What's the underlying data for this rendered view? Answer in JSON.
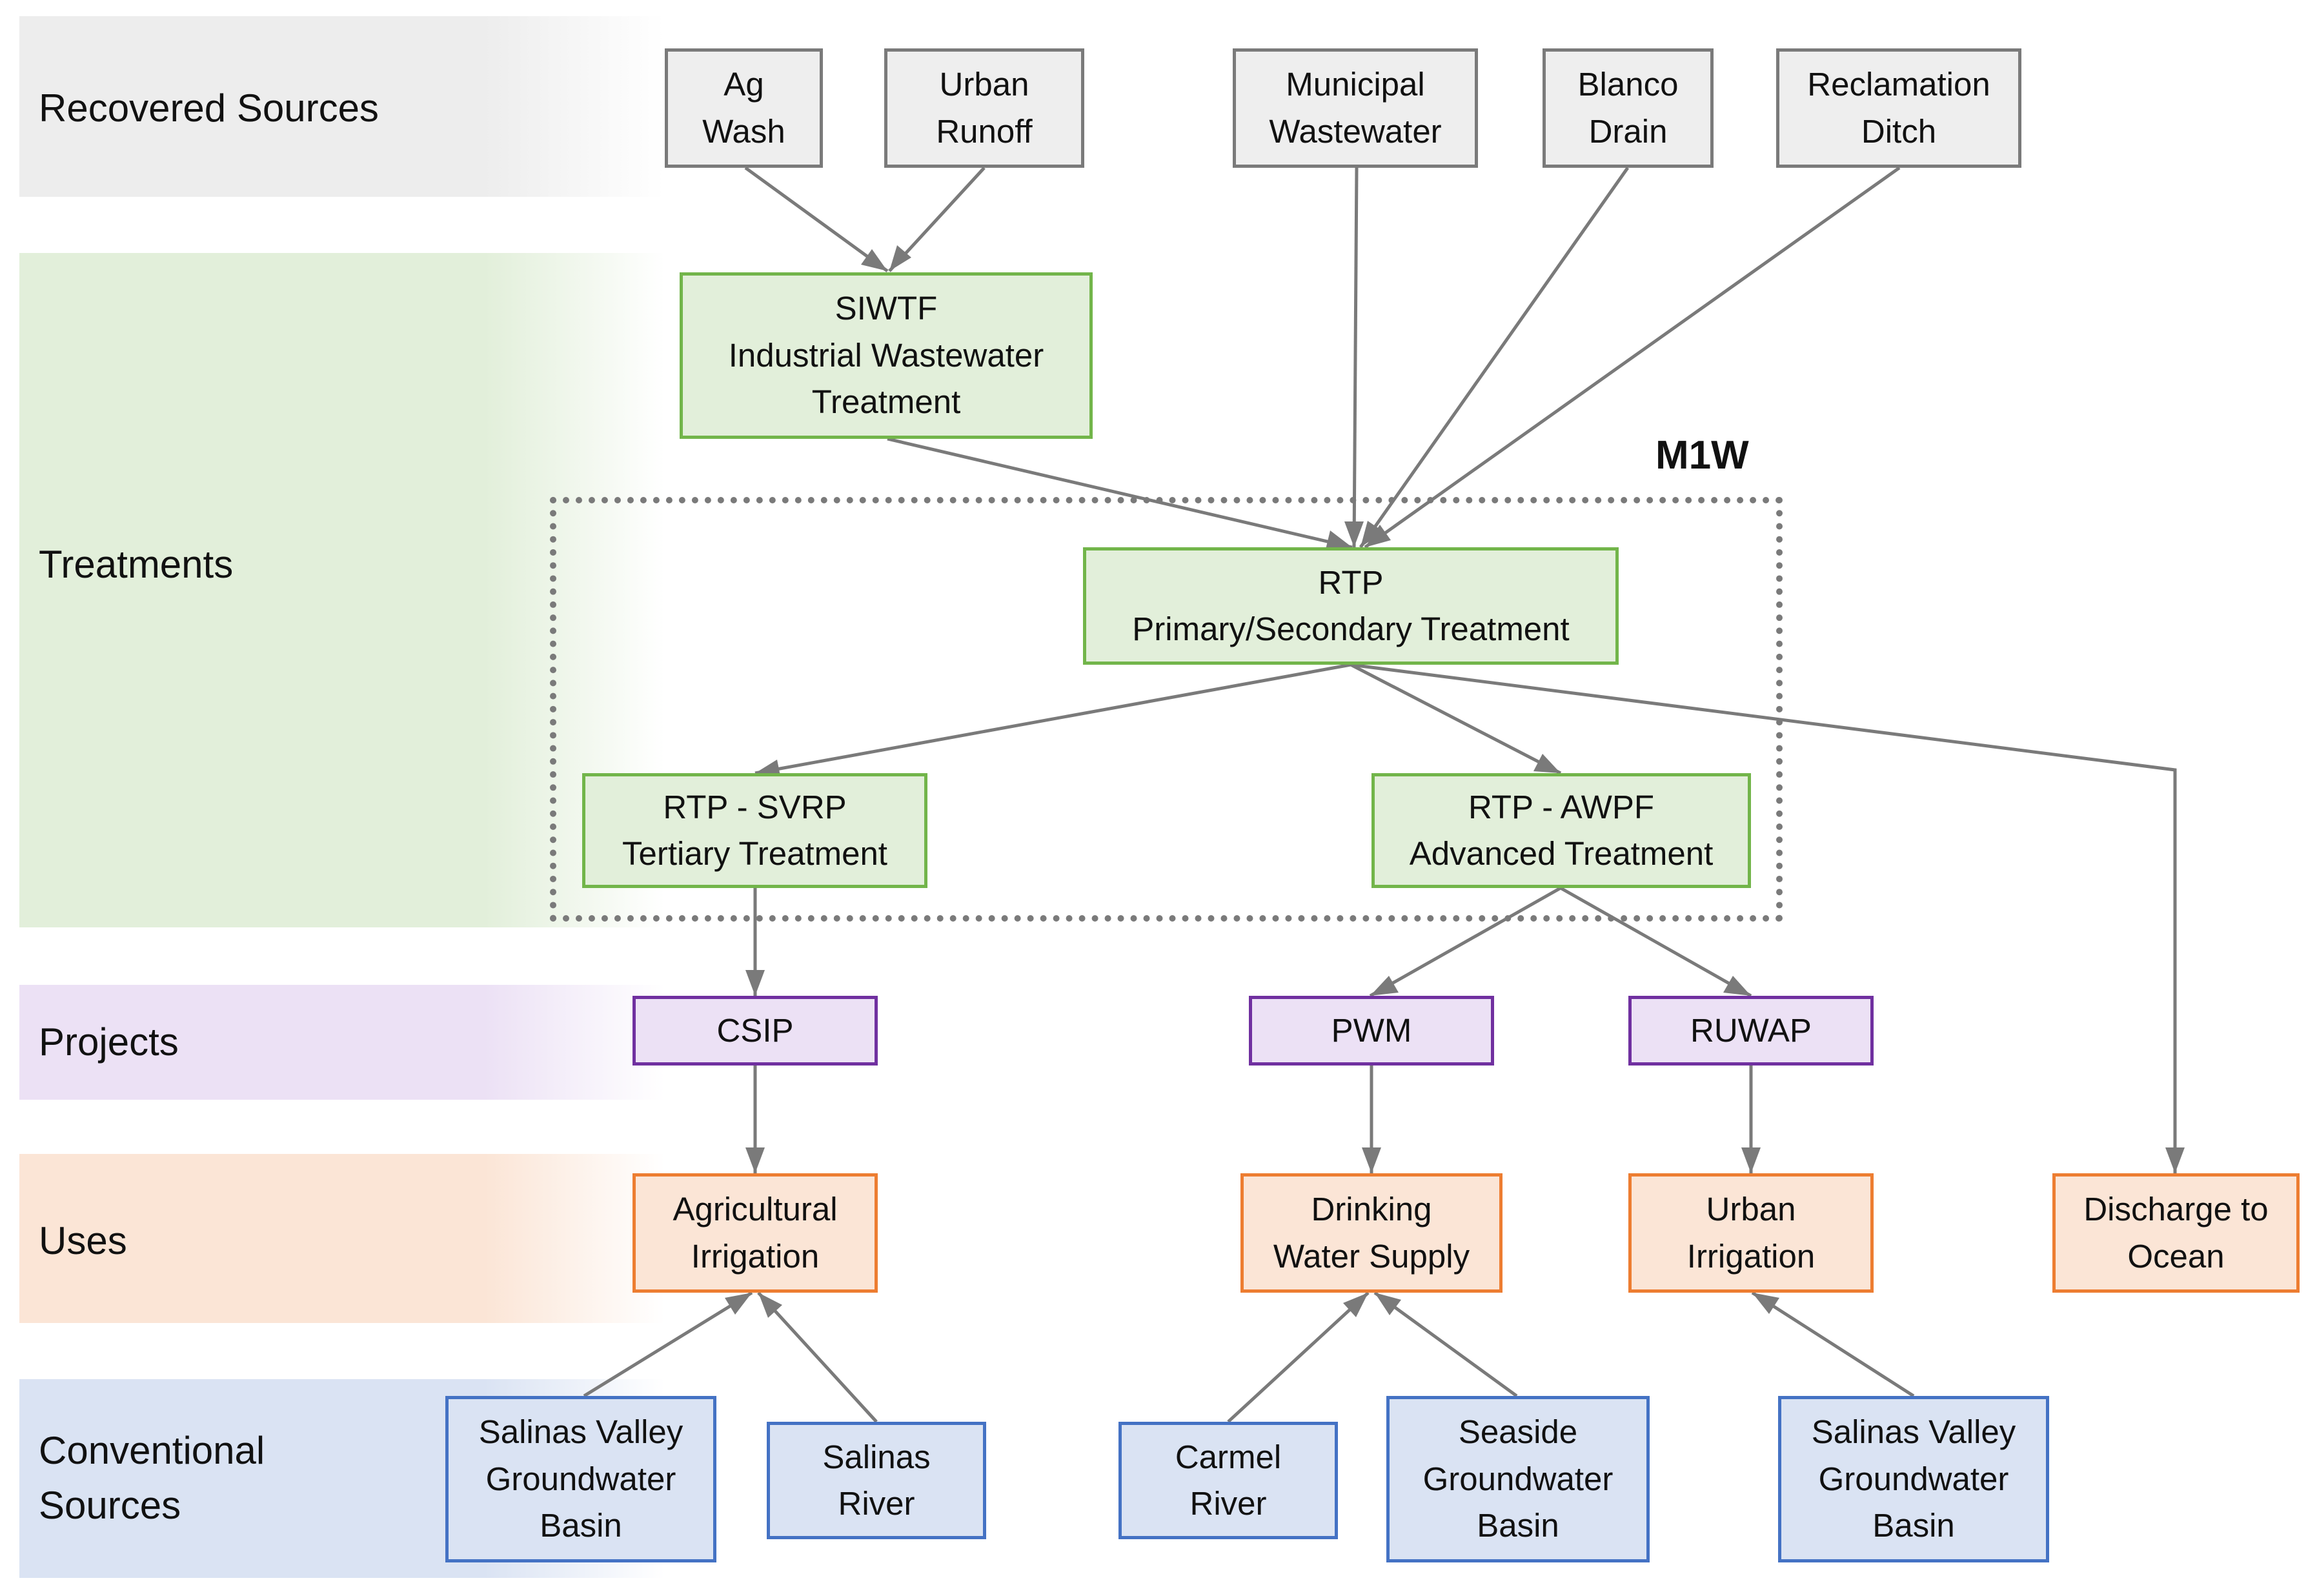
{
  "bands": {
    "recovered": "Recovered Sources",
    "treatments": "Treatments",
    "projects": "Projects",
    "uses": "Uses",
    "conventional": [
      "Conventional",
      "Sources"
    ]
  },
  "recovered_sources": {
    "ag_wash": [
      "Ag",
      "Wash"
    ],
    "urban_runoff": [
      "Urban",
      "Runoff"
    ],
    "municipal_wastewater": [
      "Municipal",
      "Wastewater"
    ],
    "blanco_drain": [
      "Blanco",
      "Drain"
    ],
    "reclamation_ditch": [
      "Reclamation",
      "Ditch"
    ]
  },
  "treatments": {
    "siwtf": [
      "SIWTF",
      "Industrial Wastewater",
      "Treatment"
    ],
    "rtp": [
      "RTP",
      "Primary/Secondary Treatment"
    ],
    "svrp": [
      "RTP - SVRP",
      "Tertiary Treatment"
    ],
    "awpf": [
      "RTP - AWPF",
      "Advanced Treatment"
    ]
  },
  "m1w_label": "M1W",
  "projects": {
    "csip": "CSIP",
    "pwm": "PWM",
    "ruwap": "RUWAP"
  },
  "uses": {
    "agricultural": [
      "Agricultural",
      "Irrigation"
    ],
    "drinking": [
      "Drinking",
      "Water Supply"
    ],
    "urban_irrigation": [
      "Urban",
      "Irrigation"
    ],
    "discharge": [
      "Discharge to",
      "Ocean"
    ]
  },
  "conventional_sources": {
    "svgb_1": [
      "Salinas Valley",
      "Groundwater",
      "Basin"
    ],
    "salinas_river": [
      "Salinas",
      "River"
    ],
    "carmel_river": [
      "Carmel",
      "River"
    ],
    "seaside": [
      "Seaside",
      "Groundwater",
      "Basin"
    ],
    "svgb_2": [
      "Salinas Valley",
      "Groundwater",
      "Basin"
    ]
  },
  "colors": {
    "recovered_band": "#ededed",
    "treatments_band": "#e2efda",
    "projects_band": "#ece1f5",
    "uses_band": "#fbe5d6",
    "conventional_band": "#dae3f3",
    "arrow": "#7a7a7a"
  }
}
